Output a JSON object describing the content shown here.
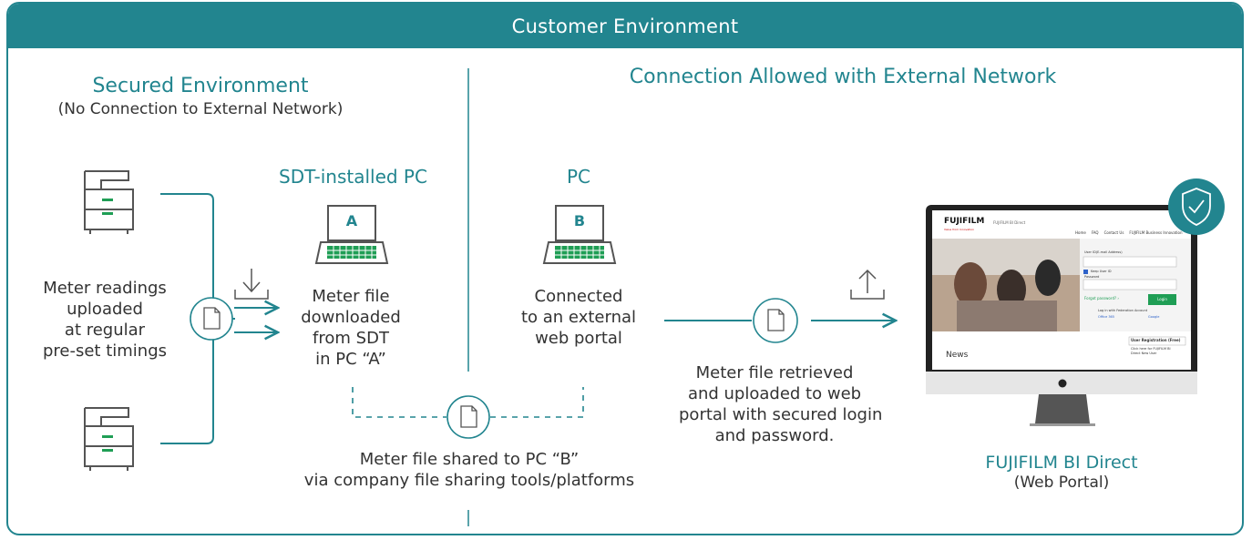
{
  "banner": {
    "title": "Customer Environment"
  },
  "secured": {
    "title": "Secured Environment",
    "subtitle": "(No Connection to External Network)"
  },
  "external": {
    "title": "Connection Allowed with External Network"
  },
  "meter_readings": {
    "lines": [
      "Meter readings",
      "uploaded",
      "at regular",
      "pre-set timings"
    ]
  },
  "pc_a": {
    "title": "SDT-installed PC",
    "letter": "A",
    "caption": [
      "Meter file",
      "downloaded",
      "from SDT",
      "in PC “A”"
    ]
  },
  "pc_b": {
    "title": "PC",
    "letter": "B",
    "caption": [
      "Connected",
      "to an external",
      "web portal"
    ]
  },
  "shared": {
    "lines": [
      "Meter file shared to PC “B”",
      "via company file sharing tools/platforms"
    ]
  },
  "uploaded": {
    "lines": [
      "Meter file retrieved",
      "and uploaded to web",
      "portal with secured login",
      "and password."
    ]
  },
  "portal": {
    "title": "FUJIFILM BI Direct",
    "subtitle": "(Web Portal)",
    "screen": {
      "brand": "FUJIFILM",
      "brand_tag": "Value from Innovation",
      "app_name": "FUJIFILM BI Direct",
      "nav": [
        "Home",
        "FAQ",
        "Contact Us",
        "FUJIFILM Business Innovation"
      ],
      "user_id_label": "User ID(E-mail Address)",
      "keep_user_id": "Keep User ID",
      "password_label": "Password",
      "forgot_password": "Forgot password? ›",
      "login_button": "Login",
      "federation": "Log in with Federation Account",
      "office365": "Office 365",
      "google": "Google",
      "news": "News",
      "user_registration": "User Registration (Free)",
      "registration_text": [
        "Click here for FUJIFILM BI",
        "Direct        New        User"
      ]
    }
  },
  "colors": {
    "teal": "#22858f",
    "green": "#1f9e55",
    "gray": "#555555",
    "line": "#22858f"
  },
  "icons": [
    "printer-icon",
    "laptop-icon",
    "document-icon",
    "download-icon",
    "upload-icon",
    "monitor-icon",
    "shield-check-icon"
  ]
}
